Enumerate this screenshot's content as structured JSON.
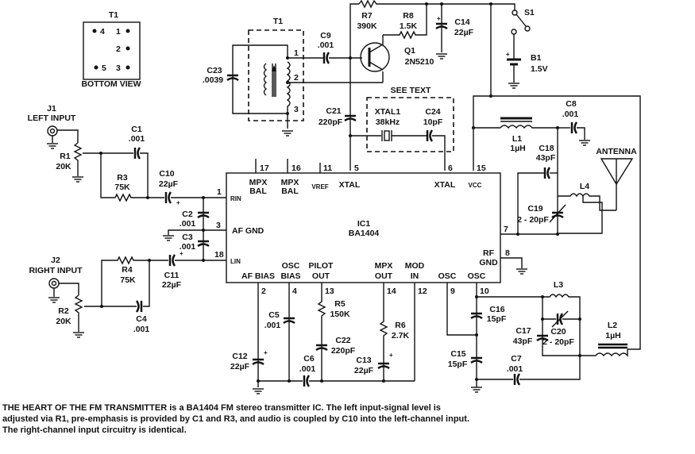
{
  "t1_pinout": {
    "title": "T1",
    "pins": [
      "4",
      "1",
      "2",
      "5",
      "3"
    ],
    "caption": "BOTTOM VIEW"
  },
  "t1": {
    "ref": "T1",
    "pins": [
      "1",
      "2",
      "3"
    ]
  },
  "components": {
    "c23": {
      "ref": "C23",
      "value": ".0039"
    },
    "c9": {
      "ref": "C9",
      "value": ".001"
    },
    "r7": {
      "ref": "R7",
      "value": "390K"
    },
    "r8": {
      "ref": "R8",
      "value": "1.5K"
    },
    "c14": {
      "ref": "C14",
      "value": "22µF"
    },
    "q1": {
      "ref": "Q1",
      "value": "2N5210"
    },
    "s1": {
      "ref": "S1"
    },
    "b1": {
      "ref": "B1",
      "value": "1.5V"
    },
    "c21": {
      "ref": "C21",
      "value": "220pF"
    },
    "xtal1": {
      "ref": "XTAL1",
      "value": "38kHz"
    },
    "c24": {
      "ref": "C24",
      "value": "10pF"
    },
    "see_text": "SEE TEXT",
    "l1": {
      "ref": "L1",
      "value": "1µH"
    },
    "c8": {
      "ref": "C8",
      "value": ".001"
    },
    "c18": {
      "ref": "C18",
      "value": "43pF"
    },
    "antenna": "ANTENNA",
    "l4": {
      "ref": "L4"
    },
    "c19": {
      "ref": "C19",
      "value": "2 - 20pF"
    },
    "j1": {
      "ref": "J1",
      "label": "LEFT INPUT"
    },
    "r1": {
      "ref": "R1",
      "value": "20K"
    },
    "c1": {
      "ref": "C1",
      "value": ".001"
    },
    "r3": {
      "ref": "R3",
      "value": "75K"
    },
    "c10": {
      "ref": "C10",
      "value": "22µF"
    },
    "c2": {
      "ref": "C2",
      "value": ".001"
    },
    "c3": {
      "ref": "C3",
      "value": ".001"
    },
    "j2": {
      "ref": "J2",
      "label": "RIGHT INPUT"
    },
    "r2": {
      "ref": "R2",
      "value": "20K"
    },
    "r4": {
      "ref": "R4",
      "value": "75K"
    },
    "c11": {
      "ref": "C11",
      "value": "22µF"
    },
    "c4": {
      "ref": "C4",
      "value": ".001"
    },
    "c12": {
      "ref": "C12",
      "value": "22µF"
    },
    "c5": {
      "ref": "C5",
      "value": ".001"
    },
    "r5": {
      "ref": "R5",
      "value": "150K"
    },
    "c22": {
      "ref": "C22",
      "value": "220pF"
    },
    "c6": {
      "ref": "C6",
      "value": ".001"
    },
    "r6": {
      "ref": "R6",
      "value": "2.7K"
    },
    "c13": {
      "ref": "C13",
      "value": "22µF"
    },
    "c16": {
      "ref": "C16",
      "value": "15pF"
    },
    "c15": {
      "ref": "C15",
      "value": "15pF"
    },
    "c7": {
      "ref": "C7",
      "value": ".001"
    },
    "l3": {
      "ref": "L3"
    },
    "c17": {
      "ref": "C17",
      "value": "43pF"
    },
    "c20": {
      "ref": "C20",
      "value": "2 - 20pF"
    },
    "l2": {
      "ref": "L2",
      "value": "1µH"
    },
    "plus": "+"
  },
  "ic1": {
    "ref": "IC1",
    "part": "BA1404",
    "pins": {
      "p17": {
        "num": "17",
        "name1": "MPX",
        "name2": "BAL"
      },
      "p16": {
        "num": "16",
        "name1": "MPX",
        "name2": "BAL"
      },
      "p11": {
        "num": "11",
        "name": "VREF"
      },
      "p5": {
        "num": "5",
        "name": "XTAL"
      },
      "p6": {
        "num": "6",
        "name": "XTAL"
      },
      "p15": {
        "num": "15",
        "name": "VCC"
      },
      "p1": {
        "num": "1",
        "name": "RIN"
      },
      "p3": {
        "num": "3",
        "name": "AF GND"
      },
      "p18": {
        "num": "18",
        "name": "LIN"
      },
      "p2": {
        "num": "2",
        "name": "AF BIAS"
      },
      "p4": {
        "num": "4",
        "name1": "OSC",
        "name2": "BIAS"
      },
      "p13": {
        "num": "13",
        "name1": "PILOT",
        "name2": "OUT"
      },
      "p14": {
        "num": "14",
        "name1": "MPX",
        "name2": "OUT"
      },
      "p12": {
        "num": "12",
        "name1": "MOD",
        "name2": "IN"
      },
      "p9": {
        "num": "9",
        "name": "OSC"
      },
      "p10": {
        "num": "10",
        "name": "OSC"
      },
      "p7": {
        "num": "7"
      },
      "p8": {
        "num": "8",
        "name1": "RF",
        "name2": "GND"
      }
    }
  },
  "caption": {
    "headline": "THE HEART OF THE FM TRANSMITTER",
    "text": " is a BA1404 FM stereo transmitter IC. The left input-signal level is adjusted via R1, pre-emphasis is provided by C1 and R3, and audio is coupled by C10 into the left-channel input. The right-channel input circuitry is identical."
  }
}
